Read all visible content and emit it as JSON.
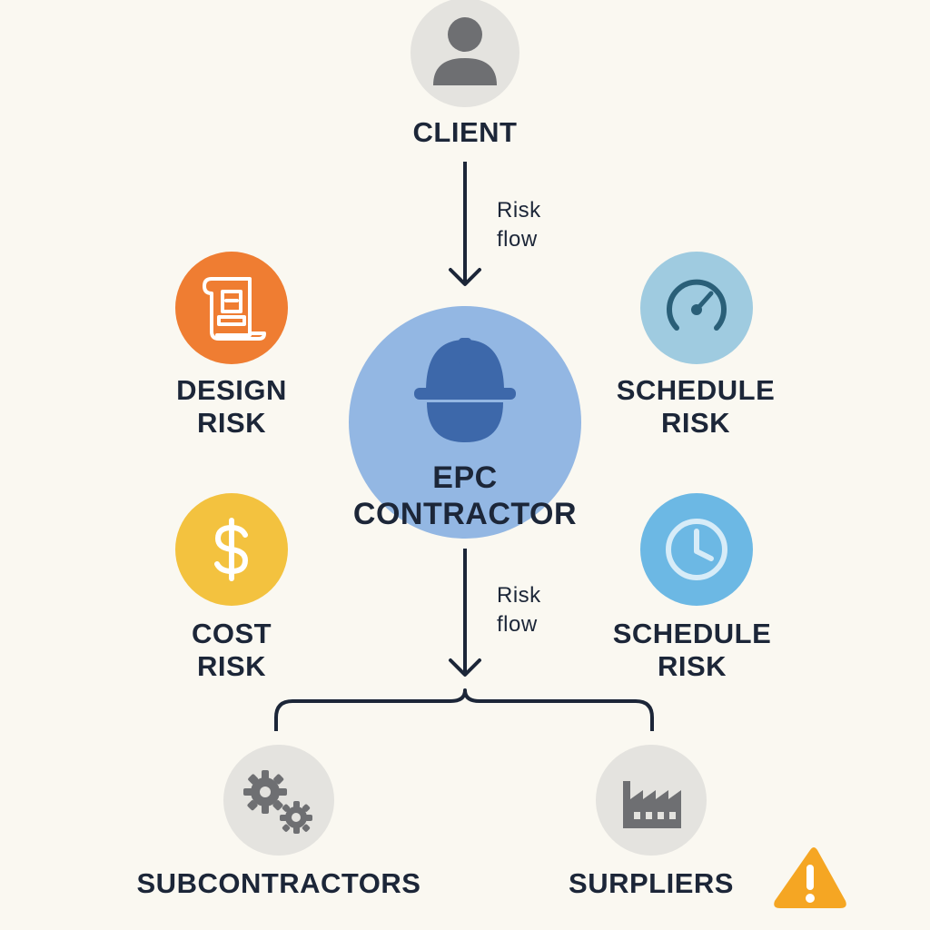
{
  "client": {
    "label": "CLIENT",
    "icon": "person-icon"
  },
  "contractor": {
    "line1": "EPC",
    "line2": "CONTRACTOR",
    "icon": "hard-hat-icon"
  },
  "flow_top": {
    "line1": "Risk",
    "line2": "flow"
  },
  "flow_bottom": {
    "line1": "Risk",
    "line2": "flow"
  },
  "risks": {
    "design": {
      "line1": "DESIGN",
      "line2": "RISK",
      "icon": "blueprint-icon",
      "color": "#ef7d32"
    },
    "schedule_top": {
      "line1": "SCHEDULE",
      "line2": "RISK",
      "icon": "gauge-icon",
      "color": "#9fcbe0"
    },
    "cost": {
      "line1": "COST",
      "line2": "RISK",
      "icon": "dollar-icon",
      "color": "#f3c23f"
    },
    "schedule_bottom": {
      "line1": "SCHEDULE",
      "line2": "RISK",
      "icon": "clock-icon",
      "color": "#6cb8e4"
    }
  },
  "parties": {
    "subcontractors": {
      "label": "SUBCONTRACTORS",
      "icon": "gears-icon"
    },
    "suppliers": {
      "label": "SURPLIERS",
      "icon": "factory-icon"
    }
  },
  "warning": {
    "icon": "warning-icon",
    "color": "#f5a623"
  },
  "colors": {
    "background": "#faf8f1",
    "text": "#1c2638",
    "neutral_node": "#e4e3df",
    "neutral_icon": "#6e6f72",
    "contractor_fill": "#93b7e3",
    "hat": "#3d68aa"
  }
}
